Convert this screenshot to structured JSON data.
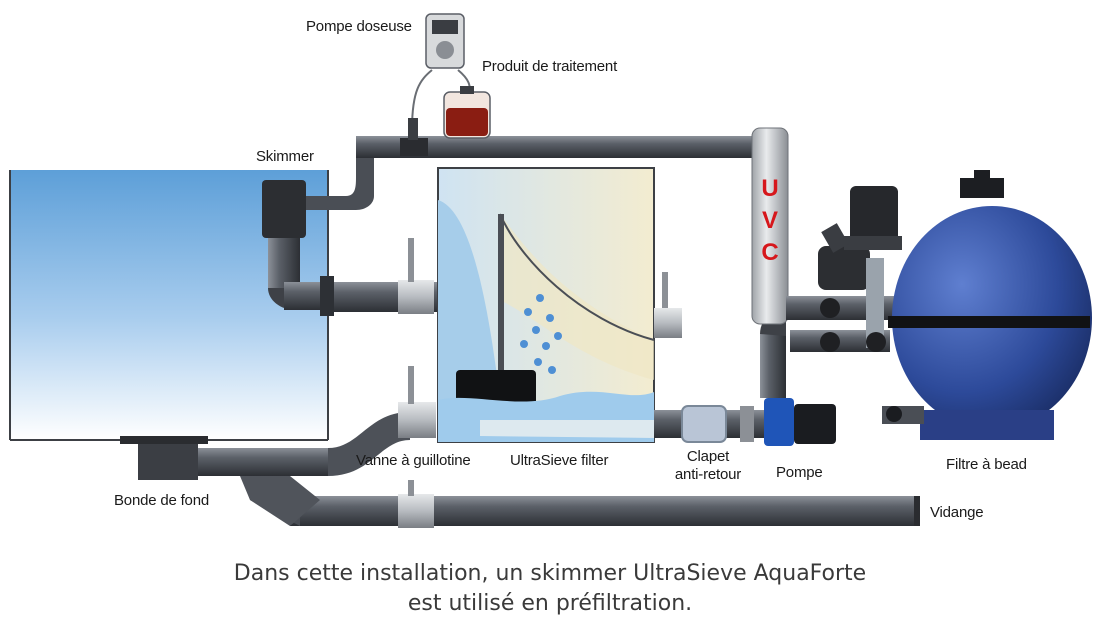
{
  "labels": {
    "pompe_doseuse": "Pompe doseuse",
    "produit_traitement": "Produit de traitement",
    "skimmer": "Skimmer",
    "uvc_letters": [
      "U",
      "V",
      "C"
    ],
    "bonde_de_fond": "Bonde de fond",
    "vanne_guillotine": "Vanne à guillotine",
    "ultrasieve_filter": "UltraSieve filter",
    "clapet_line1": "Clapet",
    "clapet_line2": "anti-retour",
    "pompe": "Pompe",
    "filtre_bead": "Filtre à bead",
    "vidange": "Vidange"
  },
  "caption": {
    "line1": "Dans cette installation, un skimmer UltraSieve AquaForte",
    "line2": "est utilisé en préfiltration."
  },
  "colors": {
    "pipe": "#5a5e66",
    "pipe_light": "#9aa0a8",
    "water": "#7fb8e8",
    "uvc_text": "#d6171c",
    "bead_filter": "#2d4a9a",
    "pump_blue": "#1f55b8"
  }
}
